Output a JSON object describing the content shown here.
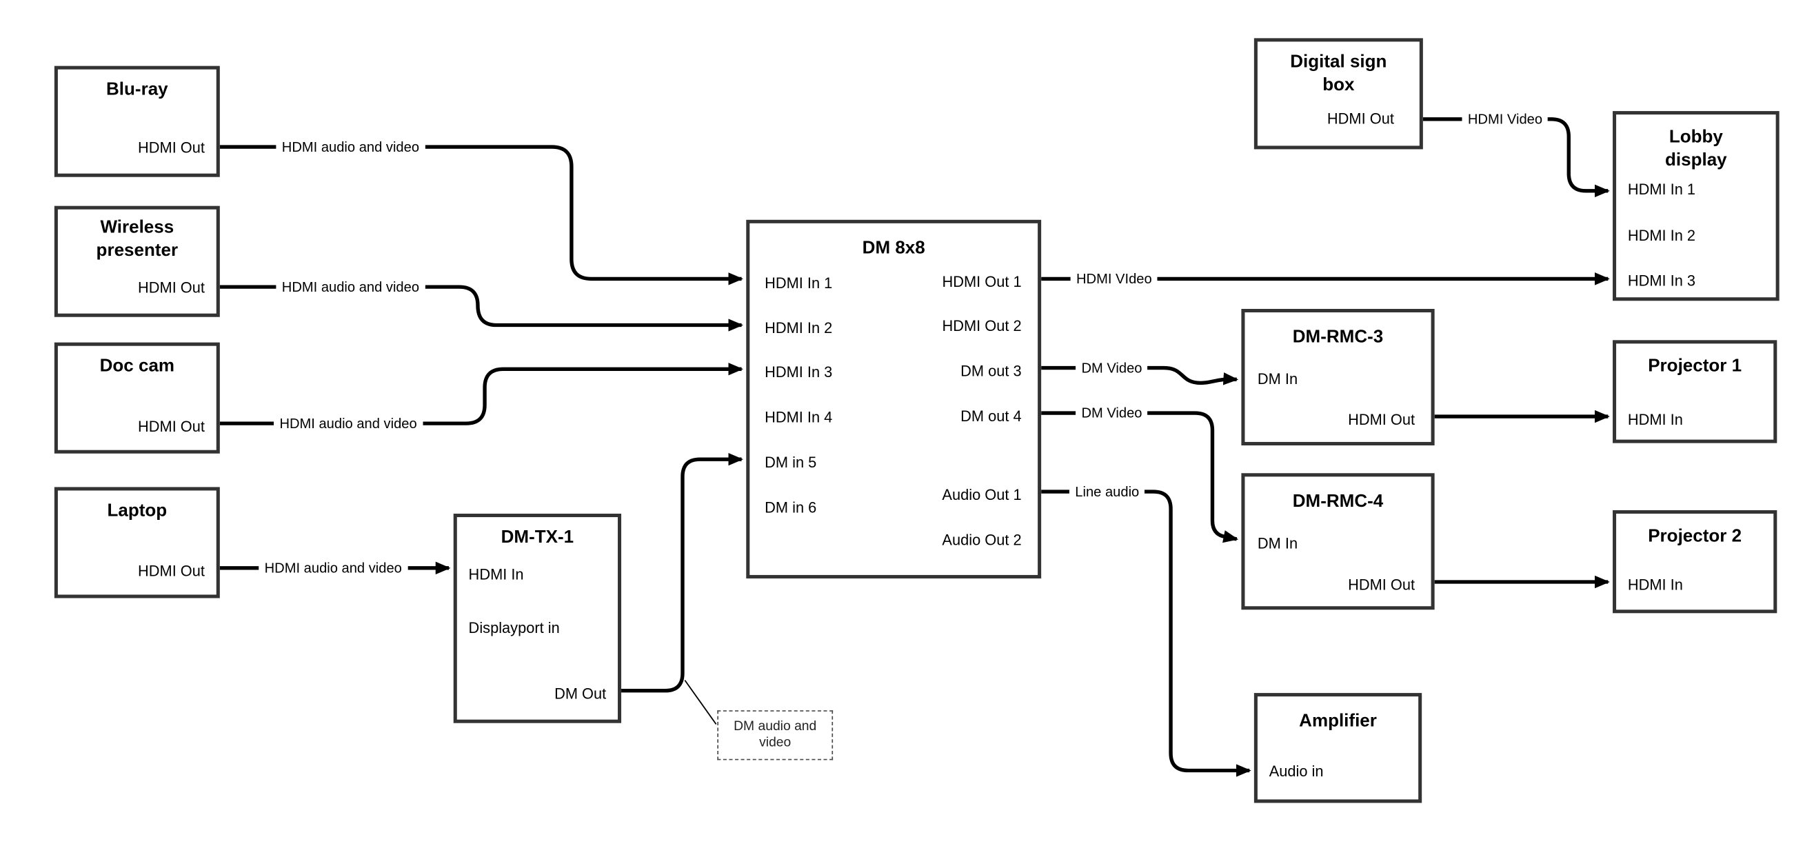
{
  "diagram": {
    "background": "#ffffff",
    "line_color": "#000000",
    "box_border_color": "#333333",
    "text_color": "#000000"
  },
  "nodes": [
    {
      "id": "bluray",
      "title": "Blu-ray",
      "ports": [
        {
          "label": "HDMI Out"
        }
      ]
    },
    {
      "id": "wireless-presenter",
      "title": "Wireless presenter",
      "ports": [
        {
          "label": "HDMI Out"
        }
      ]
    },
    {
      "id": "doc-cam",
      "title": "Doc cam",
      "ports": [
        {
          "label": "HDMI Out"
        }
      ]
    },
    {
      "id": "laptop",
      "title": "Laptop",
      "ports": [
        {
          "label": "HDMI Out"
        }
      ]
    },
    {
      "id": "dm-tx-1",
      "title": "DM-TX-1",
      "ports": [
        {
          "label": "HDMI In"
        },
        {
          "label": "Displayport in"
        },
        {
          "label": "DM Out"
        }
      ]
    },
    {
      "id": "dm-8x8",
      "title": "DM 8x8",
      "ports": [
        {
          "label": "HDMI In 1"
        },
        {
          "label": "HDMI In 2"
        },
        {
          "label": "HDMI In 3"
        },
        {
          "label": "HDMI In 4"
        },
        {
          "label": "DM in 5"
        },
        {
          "label": "DM in 6"
        },
        {
          "label": "HDMI Out 1"
        },
        {
          "label": "HDMI Out 2"
        },
        {
          "label": "DM out 3"
        },
        {
          "label": "DM out 4"
        },
        {
          "label": "Audio Out 1"
        },
        {
          "label": "Audio Out 2"
        }
      ]
    },
    {
      "id": "digital-sign-box",
      "title": "Digital sign box",
      "ports": [
        {
          "label": "HDMI Out"
        }
      ]
    },
    {
      "id": "lobby-display",
      "title": "Lobby display",
      "ports": [
        {
          "label": "HDMI In 1"
        },
        {
          "label": "HDMI In 2"
        },
        {
          "label": "HDMI In 3"
        }
      ]
    },
    {
      "id": "dm-rmc-3",
      "title": "DM-RMC-3",
      "ports": [
        {
          "label": "DM In"
        },
        {
          "label": "HDMI Out"
        }
      ]
    },
    {
      "id": "projector-1",
      "title": "Projector 1",
      "ports": [
        {
          "label": "HDMI In"
        }
      ]
    },
    {
      "id": "dm-rmc-4",
      "title": "DM-RMC-4",
      "ports": [
        {
          "label": "DM In"
        },
        {
          "label": "HDMI Out"
        }
      ]
    },
    {
      "id": "projector-2",
      "title": "Projector 2",
      "ports": [
        {
          "label": "HDMI In"
        }
      ]
    },
    {
      "id": "amplifier",
      "title": "Amplifier",
      "ports": [
        {
          "label": "Audio in"
        }
      ]
    }
  ],
  "wire_labels": [
    {
      "text": "HDMI audio and video"
    },
    {
      "text": "HDMI audio and video"
    },
    {
      "text": "HDMI audio and video"
    },
    {
      "text": "HDMI audio and video"
    },
    {
      "text": "HDMI VIdeo"
    },
    {
      "text": "DM Video"
    },
    {
      "text": "DM Video"
    },
    {
      "text": "Line audio"
    },
    {
      "text": "HDMI Video"
    }
  ],
  "note": {
    "text": "DM audio and video"
  }
}
